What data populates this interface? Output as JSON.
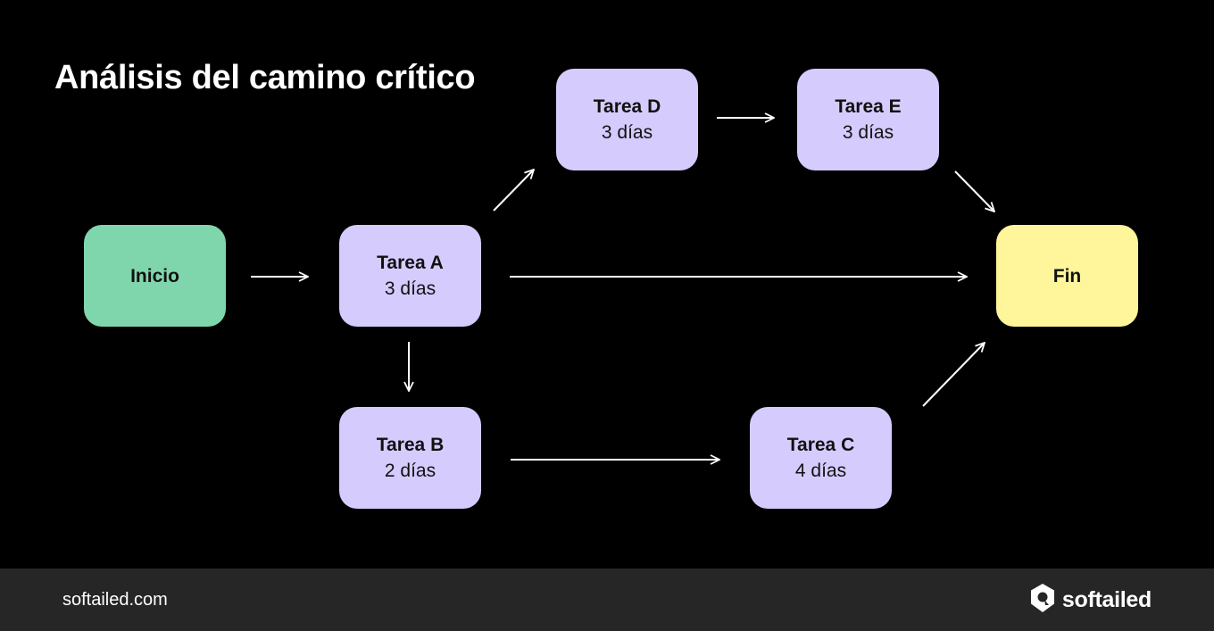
{
  "title": "Análisis del camino crítico",
  "nodes": {
    "inicio": {
      "name": "Inicio"
    },
    "a": {
      "name": "Tarea A",
      "duration": "3 días"
    },
    "b": {
      "name": "Tarea B",
      "duration": "2 días"
    },
    "c": {
      "name": "Tarea C",
      "duration": "4 días"
    },
    "d": {
      "name": "Tarea D",
      "duration": "3 días"
    },
    "e": {
      "name": "Tarea E",
      "duration": "3 días"
    },
    "fin": {
      "name": "Fin"
    }
  },
  "edges": [
    {
      "from": "Inicio",
      "to": "Tarea A"
    },
    {
      "from": "Tarea A",
      "to": "Tarea D"
    },
    {
      "from": "Tarea D",
      "to": "Tarea E"
    },
    {
      "from": "Tarea E",
      "to": "Fin"
    },
    {
      "from": "Tarea A",
      "to": "Fin"
    },
    {
      "from": "Tarea A",
      "to": "Tarea B"
    },
    {
      "from": "Tarea B",
      "to": "Tarea C"
    },
    {
      "from": "Tarea C",
      "to": "Fin"
    }
  ],
  "colors": {
    "background": "#000000",
    "task": "#d5ccfd",
    "start": "#80d6ac",
    "end": "#fff59a",
    "footer": "#262626"
  },
  "footer": {
    "url": "softailed.com",
    "brand": "softailed",
    "brand_icon": "softailed-logo-icon"
  }
}
